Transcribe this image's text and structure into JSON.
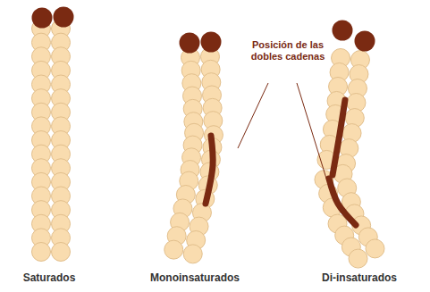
{
  "diagram": {
    "labels": [
      "Posición de las dobles cadenas",
      "Saturados",
      "Monoinsaturados",
      "Di-insaturados"
    ]
  }
}
